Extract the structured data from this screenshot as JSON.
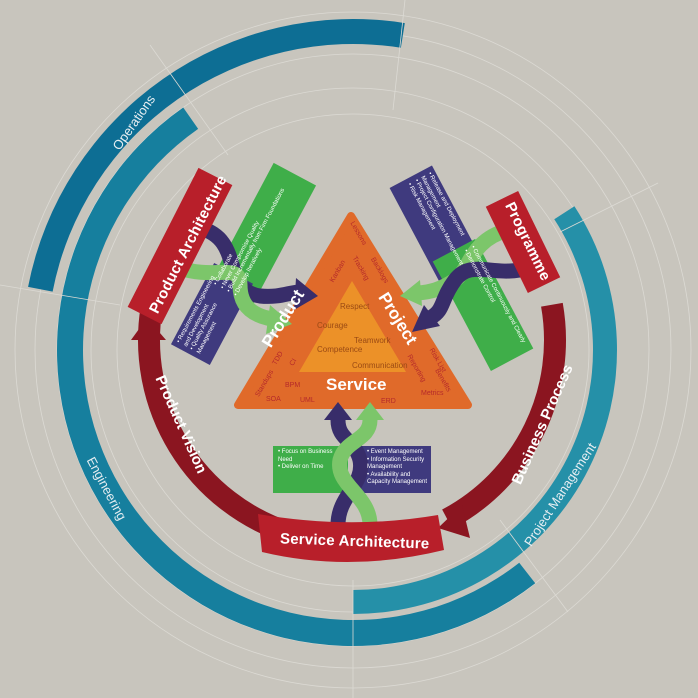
{
  "rings": {
    "operations": "Operations",
    "engineering": "Engineering",
    "project_management": "Project Management"
  },
  "banners": {
    "product_architecture": "Product Architecture",
    "programme": "Programme",
    "service_architecture": "Service Architecture"
  },
  "arcs": {
    "product_vision": "Product Vision",
    "business_process": "Business Process"
  },
  "triangle": {
    "product": "Product",
    "project": "Project",
    "service": "Service",
    "values": [
      "Respect",
      "Courage",
      "Teamwork",
      "Competence",
      "Communication"
    ],
    "terms": {
      "lessons": "Lessons",
      "kanban": "Kanban",
      "tracking": "Tracking",
      "backlogs": "Backlogs",
      "tdd": "TDD",
      "ci": "CI",
      "standups": "Standups",
      "bpm": "BPM",
      "soa": "SOA",
      "uml": "UML",
      "erd": "ERD",
      "metrics": "Metrics",
      "benefits": "Benefits",
      "reporting": "Reporting",
      "risk_list": "Risk List"
    }
  },
  "boxes": {
    "product_principles": [
      "Collaborate",
      "Never Compromise Quality",
      "Build Incrementally from Firm Foundations",
      "Develop Iteratively"
    ],
    "product_practices": [
      "Requirements Engineering and Development",
      "Quality Assurance Management"
    ],
    "programme_practices": [
      "Release and Deployment Management",
      "Project Configuration Management",
      "Risk Management"
    ],
    "programme_principles": [
      "Communicate Continuously and Clearly",
      "Demonstrate Control"
    ],
    "service_principles": [
      "Focus on Business Need",
      "Deliver on Time"
    ],
    "service_practices": [
      "Event Management",
      "Information Security Management",
      "Availability and Capacity Management"
    ]
  },
  "colors": {
    "background": "#c8c5bd",
    "operations": "#0d6e94",
    "engineering": "#167f9e",
    "project_management": "#2590a8",
    "banner_red": "#b81f2a",
    "arc_red": "#8b1520",
    "triangle_orange": "#e06a2a",
    "inner_orange": "#ec9128",
    "green": "#3fae49",
    "light_green": "#7cc66a",
    "purple": "#3f3a7e",
    "dark_purple": "#382d6a"
  }
}
